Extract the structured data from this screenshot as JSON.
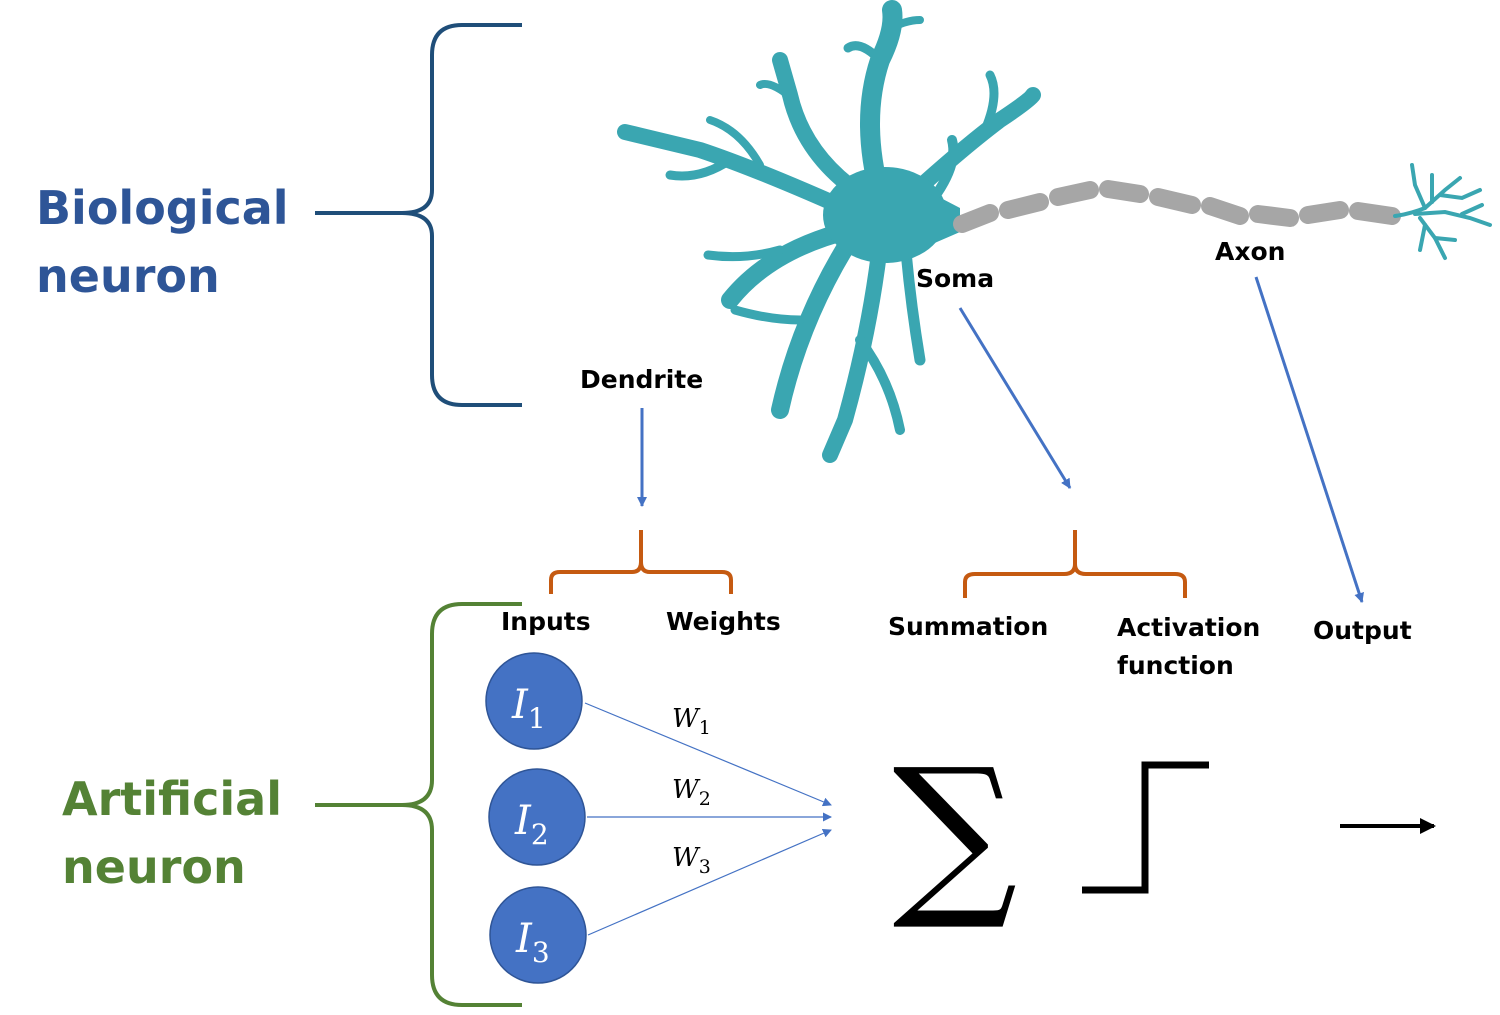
{
  "colors": {
    "biological": "#2E5597",
    "artificial": "#548235",
    "neuron_body": "#3AA6B1",
    "axon_myelin": "#A6A6A6",
    "arrow": "#4472C4",
    "sub_brace": "#C55A11",
    "node_fill": "#4472C4",
    "bio_brace": "#1F4E79"
  },
  "groups": {
    "biological": {
      "line1": "Biological",
      "line2": "neuron"
    },
    "artificial": {
      "line1": "Artificial",
      "line2": "neuron"
    }
  },
  "neuron_parts": {
    "dendrite": "Dendrite",
    "soma": "Soma",
    "axon": "Axon"
  },
  "components": {
    "inputs": "Inputs",
    "weights": "Weights",
    "summation": "Summation",
    "activation_line1": "Activation",
    "activation_line2": "function",
    "output": "Output"
  },
  "nodes": [
    {
      "symbol": "I",
      "sub": "1"
    },
    {
      "symbol": "I",
      "sub": "2"
    },
    {
      "symbol": "I",
      "sub": "3"
    }
  ],
  "weights": [
    {
      "symbol": "W",
      "sub": "1"
    },
    {
      "symbol": "W",
      "sub": "2"
    },
    {
      "symbol": "W",
      "sub": "3"
    }
  ],
  "symbols": {
    "summation": "∑"
  },
  "icons": {
    "activation": "step-function-icon",
    "output": "right-arrow-icon",
    "neuron": "neuron-illustration"
  }
}
